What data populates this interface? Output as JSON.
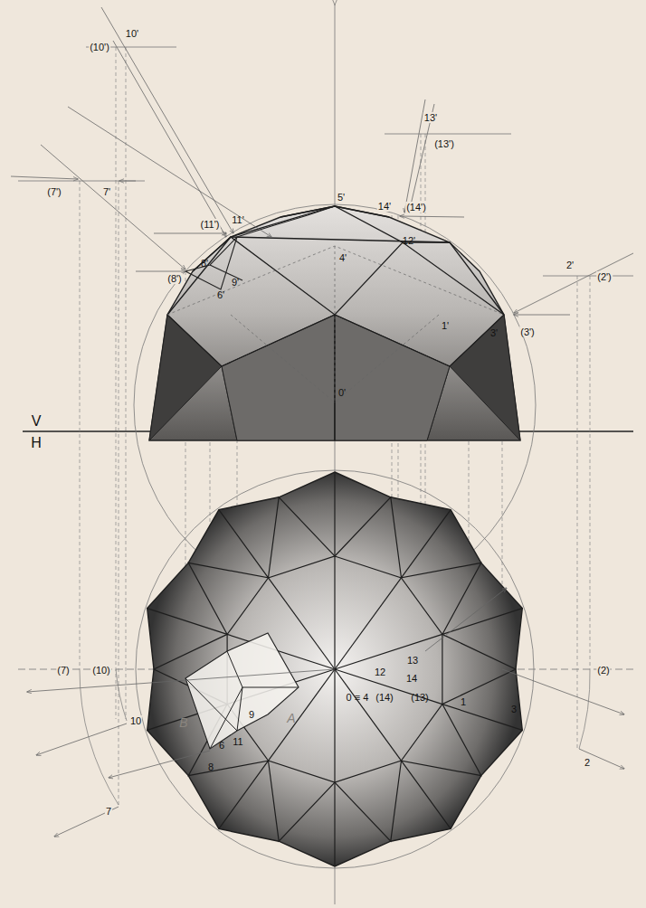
{
  "diagram": {
    "labels": [
      "10'",
      "(10')",
      "13'",
      "(13')",
      "(7')",
      "7'",
      "5'",
      "14'",
      "(14')",
      "(11')",
      "11'",
      "12'",
      "4'",
      "2'",
      "(2')",
      "8'",
      "(8')",
      "9'",
      "6'",
      "1'",
      "3'",
      "(3')",
      "0'",
      "V",
      "H",
      "(7)",
      "(10)",
      "(2)",
      "10",
      "7",
      "2",
      "12",
      "13",
      "14",
      "(14)",
      "(13)",
      "0 ≡ 4",
      "1",
      "3",
      "9",
      "11",
      "6",
      "8",
      "B",
      "A"
    ]
  }
}
